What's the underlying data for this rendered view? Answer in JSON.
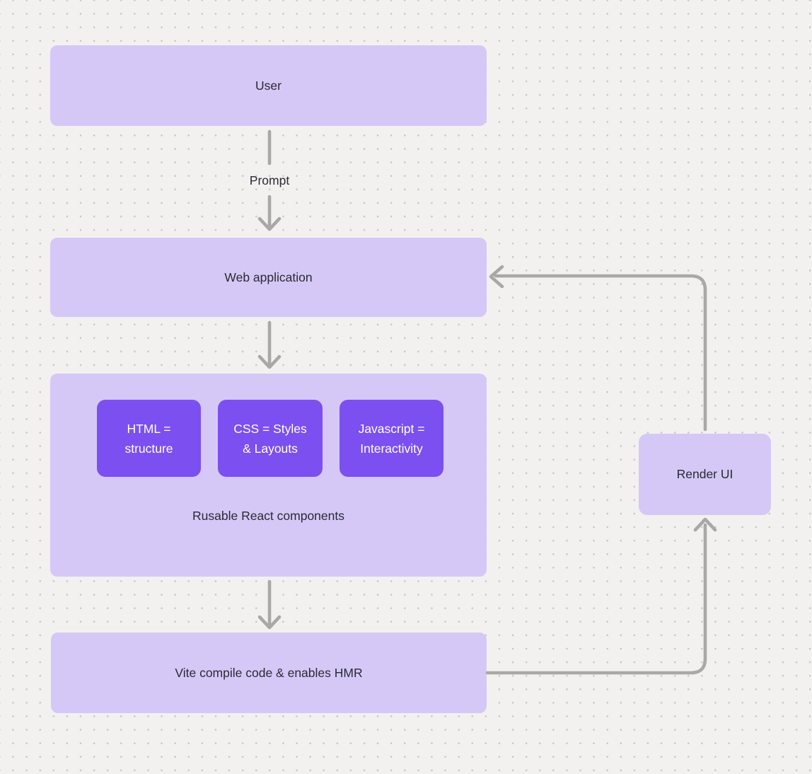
{
  "diagram": {
    "type": "flowchart",
    "background_color": "#f2f1ef",
    "dot_grid_color": "#c7c5c2",
    "colors": {
      "node_light": "#d6c8f6",
      "node_dark": "#7c4ff0",
      "arrow": "#a9a8a6",
      "text_dark": "#2b2935",
      "text_light": "#ffffff"
    },
    "nodes": {
      "user": {
        "label": "User"
      },
      "web_application": {
        "label": "Web application"
      },
      "components_group": {
        "label": "Rusable React components",
        "children": [
          {
            "label_line1": "HTML =",
            "label_line2": "structure"
          },
          {
            "label_line1": "CSS = Styles",
            "label_line2": "& Layouts"
          },
          {
            "label_line1": "Javascript =",
            "label_line2": "Interactivity"
          }
        ]
      },
      "vite": {
        "label": "Vite compile code & enables HMR"
      },
      "render_ui": {
        "label": "Render UI"
      }
    },
    "edges": {
      "prompt_label": "Prompt",
      "connections": [
        {
          "from": "user",
          "to": "web_application",
          "label": "Prompt"
        },
        {
          "from": "web_application",
          "to": "components_group",
          "label": ""
        },
        {
          "from": "components_group",
          "to": "vite",
          "label": ""
        },
        {
          "from": "vite",
          "to": "render_ui",
          "label": ""
        },
        {
          "from": "render_ui",
          "to": "web_application",
          "label": ""
        }
      ]
    }
  }
}
